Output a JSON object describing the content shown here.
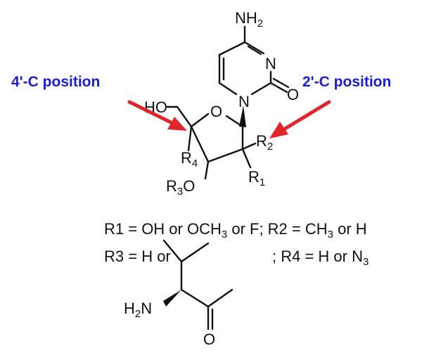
{
  "callouts": {
    "left": "4'-C  position",
    "right": "2'-C position",
    "text_color": "#1b1bd6",
    "arrow_color": "#e0252b"
  },
  "atoms": {
    "amine_n": "NH",
    "amine_sub": "2",
    "ring_n3": "N",
    "ring_n1": "N",
    "carbonyl_o": "O",
    "ring_o": "O",
    "ho": "HO",
    "r4": "R",
    "r4_sub": "4",
    "r2": "R",
    "r2_sub": "2",
    "r1": "R",
    "r1_sub": "1",
    "r3": "R",
    "r3_sub": "3",
    "r3_o": "O",
    "valine_n": "H",
    "valine_n_sub": "2",
    "valine_n_letter": "N",
    "valine_o": "O"
  },
  "definitions": {
    "line1_a": "R1 = OH or OCH",
    "line1_sub1": "3",
    "line1_b": " or F; R2 = CH",
    "line1_sub2": "3",
    "line1_c": " or H",
    "line2_a": "R3 = H or",
    "line2_b": "; R4 = H or N",
    "line2_sub": "3"
  }
}
